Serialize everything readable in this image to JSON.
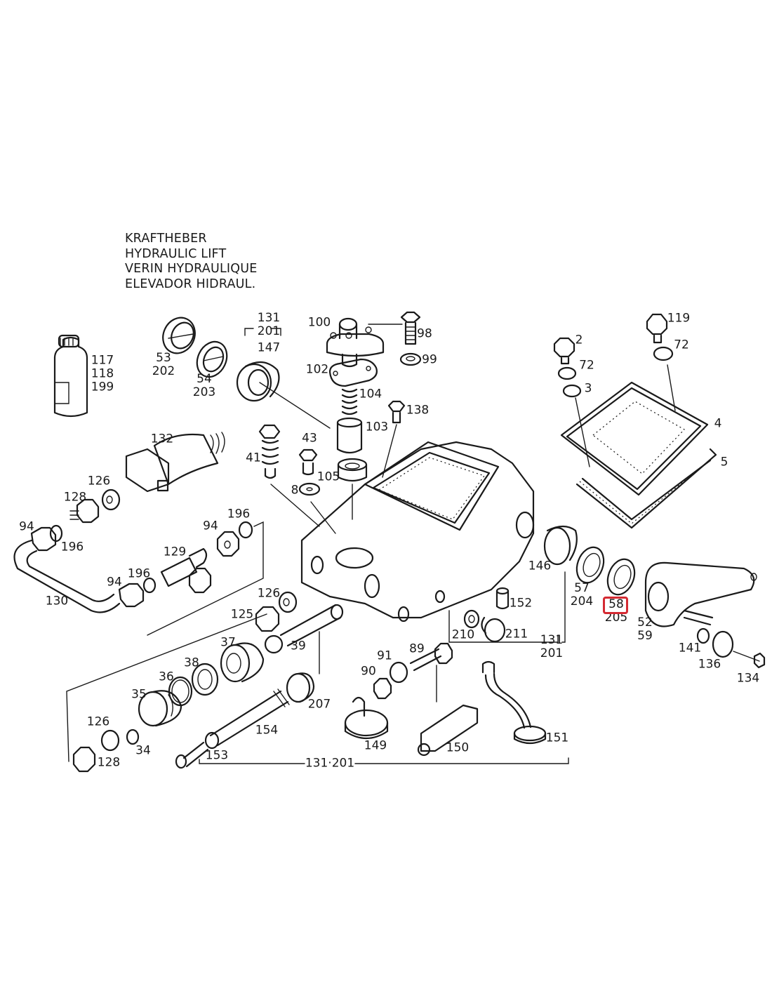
{
  "title": {
    "lines": [
      "KRAFTHEBER",
      "HYDRAULIC LIFT",
      "VERIN HYDRAULIQUE",
      "ELEVADOR HIDRAUL."
    ]
  },
  "highlight": {
    "part": "58",
    "color": "#d42a32"
  },
  "labels": [
    {
      "id": "117-118-199",
      "text": [
        "117",
        "118",
        "199"
      ]
    },
    {
      "id": "53-202",
      "text": [
        "53",
        "202"
      ]
    },
    {
      "id": "54-203",
      "text": [
        "54",
        "203"
      ]
    },
    {
      "id": "131-201-bracket-top",
      "text": [
        "131",
        "201"
      ]
    },
    {
      "id": "147",
      "text": [
        "147"
      ]
    },
    {
      "id": "100",
      "text": [
        "100"
      ]
    },
    {
      "id": "98",
      "text": [
        "98"
      ]
    },
    {
      "id": "99",
      "text": [
        "99"
      ]
    },
    {
      "id": "102",
      "text": [
        "102"
      ]
    },
    {
      "id": "104",
      "text": [
        "104"
      ]
    },
    {
      "id": "138",
      "text": [
        "138"
      ]
    },
    {
      "id": "103",
      "text": [
        "103"
      ]
    },
    {
      "id": "43",
      "text": [
        "43"
      ]
    },
    {
      "id": "41",
      "text": [
        "41"
      ]
    },
    {
      "id": "105",
      "text": [
        "105"
      ]
    },
    {
      "id": "8",
      "text": [
        "8"
      ]
    },
    {
      "id": "132",
      "text": [
        "132"
      ]
    },
    {
      "id": "126-a",
      "text": [
        "126"
      ]
    },
    {
      "id": "128-a",
      "text": [
        "128"
      ]
    },
    {
      "id": "94-a",
      "text": [
        "94"
      ]
    },
    {
      "id": "196-a",
      "text": [
        "196"
      ]
    },
    {
      "id": "196-b",
      "text": [
        "196"
      ]
    },
    {
      "id": "94-b",
      "text": [
        "94"
      ]
    },
    {
      "id": "129",
      "text": [
        "129"
      ]
    },
    {
      "id": "196-c",
      "text": [
        "196"
      ]
    },
    {
      "id": "94-c",
      "text": [
        "94"
      ]
    },
    {
      "id": "130",
      "text": [
        "130"
      ]
    },
    {
      "id": "126-b",
      "text": [
        "126"
      ]
    },
    {
      "id": "125",
      "text": [
        "125"
      ]
    },
    {
      "id": "39",
      "text": [
        "39"
      ]
    },
    {
      "id": "37",
      "text": [
        "37"
      ]
    },
    {
      "id": "38",
      "text": [
        "38"
      ]
    },
    {
      "id": "36",
      "text": [
        "36"
      ]
    },
    {
      "id": "35",
      "text": [
        "35"
      ]
    },
    {
      "id": "126-c",
      "text": [
        "126"
      ]
    },
    {
      "id": "34",
      "text": [
        "34"
      ]
    },
    {
      "id": "128-b",
      "text": [
        "128"
      ]
    },
    {
      "id": "207",
      "text": [
        "207"
      ]
    },
    {
      "id": "154",
      "text": [
        "154"
      ]
    },
    {
      "id": "153",
      "text": [
        "153"
      ]
    },
    {
      "id": "131-201-bottom",
      "text": [
        "131·201"
      ]
    },
    {
      "id": "89",
      "text": [
        "89"
      ]
    },
    {
      "id": "91",
      "text": [
        "91"
      ]
    },
    {
      "id": "90",
      "text": [
        "90"
      ]
    },
    {
      "id": "149",
      "text": [
        "149"
      ]
    },
    {
      "id": "150",
      "text": [
        "150"
      ]
    },
    {
      "id": "151",
      "text": [
        "151"
      ]
    },
    {
      "id": "152",
      "text": [
        "152"
      ]
    },
    {
      "id": "210",
      "text": [
        "210"
      ]
    },
    {
      "id": "211",
      "text": [
        "211"
      ]
    },
    {
      "id": "131-201-right",
      "text": [
        "131",
        "201"
      ]
    },
    {
      "id": "146",
      "text": [
        "146"
      ]
    },
    {
      "id": "57-204",
      "text": [
        "57",
        "204"
      ]
    },
    {
      "id": "58-205",
      "text": [
        "58",
        "205"
      ]
    },
    {
      "id": "52-59",
      "text": [
        "52",
        "59"
      ]
    },
    {
      "id": "141",
      "text": [
        "141"
      ]
    },
    {
      "id": "136",
      "text": [
        "136"
      ]
    },
    {
      "id": "134",
      "text": [
        "134"
      ]
    },
    {
      "id": "2",
      "text": [
        "2"
      ]
    },
    {
      "id": "72-a",
      "text": [
        "72"
      ]
    },
    {
      "id": "3",
      "text": [
        "3"
      ]
    },
    {
      "id": "119",
      "text": [
        "119"
      ]
    },
    {
      "id": "72-b",
      "text": [
        "72"
      ]
    },
    {
      "id": "4",
      "text": [
        "4"
      ]
    },
    {
      "id": "5",
      "text": [
        "5"
      ]
    }
  ]
}
